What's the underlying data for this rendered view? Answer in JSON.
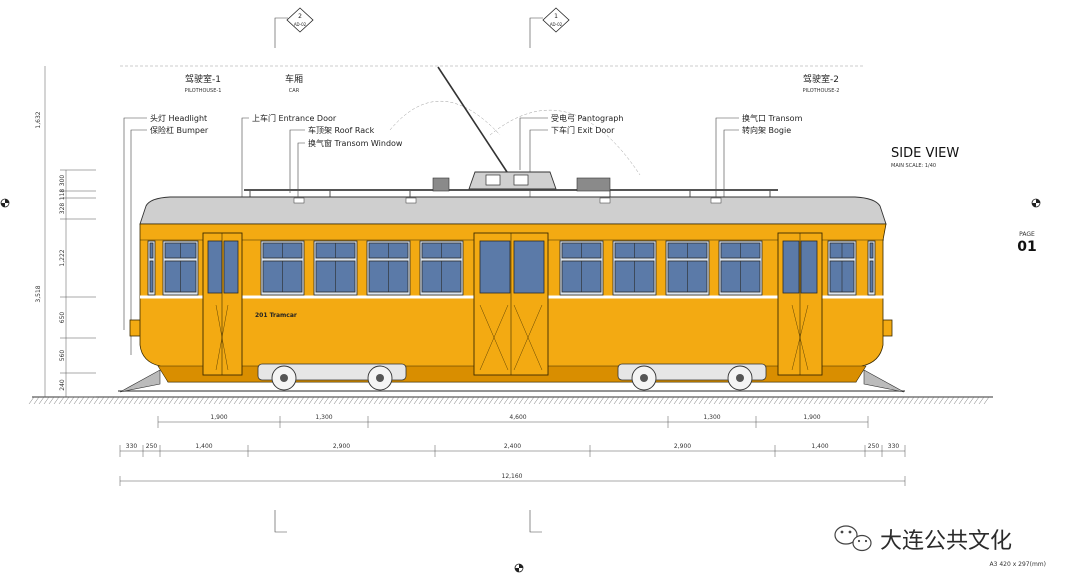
{
  "section_marks": [
    {
      "num": "2",
      "ref": "AD-02"
    },
    {
      "num": "1",
      "ref": "AD-02"
    }
  ],
  "headers": {
    "pilothouse_1_cn": "驾驶室-1",
    "pilothouse_1_en": "PILOTHOUSE-1",
    "car_cn": "车厢",
    "car_en": "CAR",
    "pilothouse_2_cn": "驾驶室-2",
    "pilothouse_2_en": "PILOTHOUSE-2"
  },
  "callouts": {
    "headlight": "头灯 Headlight",
    "bumper": "保险杠 Bumper",
    "entrance_door": "上车门 Entrance Door",
    "roof_rack": "车顶架 Roof Rack",
    "transom_window": "换气窗 Transom Window",
    "pantograph": "受电弓 Pantograph",
    "exit_door": "下车门 Exit Door",
    "transom": "换气口 Transom",
    "bogie": "转向架 Bogie"
  },
  "view": {
    "title": "SIDE VIEW",
    "scale": "MAIN SCALE: 1/40"
  },
  "page": {
    "label": "PAGE",
    "number": "01"
  },
  "car_label": "201 Tramcar",
  "vertical_dims": {
    "total": "3,518",
    "top": "1,632",
    "stack": [
      "300",
      "118",
      "328",
      "1,222",
      "650",
      "560",
      "240"
    ]
  },
  "horizontal_dims": {
    "row1": [
      "1,900",
      "1,300",
      "4,600",
      "1,300",
      "1,900"
    ],
    "row2": [
      "330",
      "250",
      "1,400",
      "2,900",
      "2,400",
      "2,900",
      "1,400",
      "250",
      "330"
    ],
    "total": "12,160"
  },
  "watermark": "大连公共文化",
  "paper": "A3 420 x 297(mm)",
  "colors": {
    "body": "#f3aa12",
    "body_dark": "#d98e00",
    "roof": "#cfcfcf",
    "window": "#5b7aa8",
    "outline": "#3a2a00"
  }
}
